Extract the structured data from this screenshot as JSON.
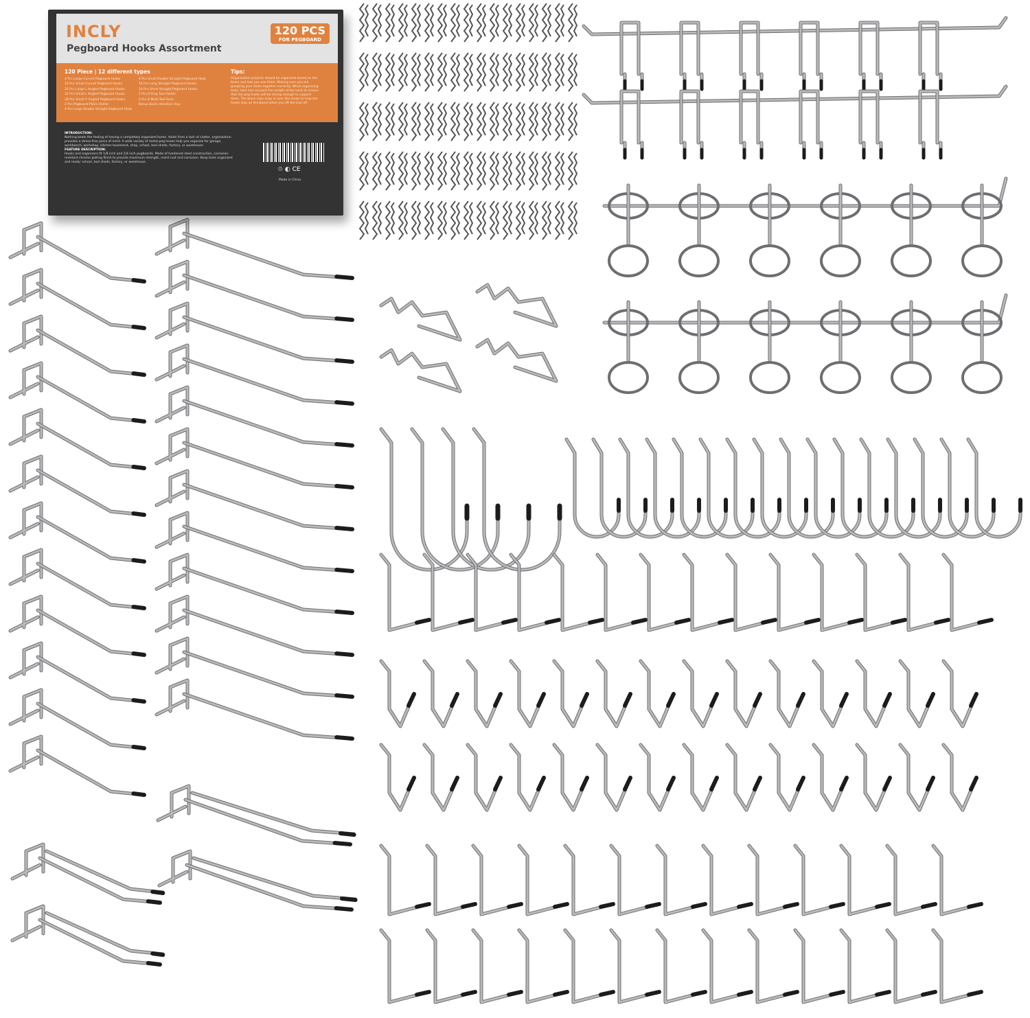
{
  "box": {
    "brand": "INCLY",
    "subtitle": "Pegboard Hooks Assortment",
    "badge_count": "120 PCS",
    "badge_sub": "FOR PEGBOARD",
    "types_heading": "120 Piece | 12 different types",
    "list_left": [
      "4 Pcs Large Curved Pegboard Hooks",
      "16 Pcs Small Curved Pegboard Hooks",
      "20 Pcs Large L Angled Pegboard Hooks",
      "16 Pcs Small L Angled Pegboard Hooks",
      "28 Pcs Small V Angled Pegboard Hooks",
      "2 Pcs Pegboard Pliers Holder",
      "4 Pcs Large Double Straight Pegboard Hook"
    ],
    "list_right": [
      "4 Pcs Small Double Straight Pegboard Hook",
      "16 Pcs Long Straight Pegboard Hooks",
      "10 Pcs Short Straight Pegboard Hooks",
      "2 Pcs 6 Ring Tool Holder",
      "2 Pcs 6 Multi-Tool Rack",
      "Bonus black retention clips"
    ],
    "tips_heading": "Tips:",
    "tips_text": "Organization projects should be organized based on the items and tool you use them. Making sure you are grouping your items together correctly. When organizing tools, take into account the weight of the tools to ensure that the peg hooks will be strong enough to support them. The black clips snap in over the hooks to help the hooks stay on the board when you lift the tool off.",
    "intro_heading": "INTRODUCTION:",
    "intro_text": "Nothing beats the feeling of having a completely organized home. Aside from a lack of clutter, organization provides a stress-free piece of mind. A wide variety of metal peg hooks help you organize for garage, workbench, workshop, kitchen basement, shop, school, tool sheds, factory, or warehouse.",
    "feature_heading": "FEATURE DESCRIPTION:",
    "feature_text": "Hooks and organizers fit 1/8 inch and 1/4 inch pegboards. Made of hardened steel construction, corrosion-resistant chrome plating finish to provide maximum strength, resist rust and corrosion. Keep tools organized and ready: school, tool sheds, factory, or warehouse.",
    "cert_marks": "♲ ◐ CE",
    "made_in": "Made in China"
  },
  "colors": {
    "metal": "#b9b9bb",
    "metal_edge": "#6e6e72",
    "tip": "#1c1c1c",
    "accent": "#e0823f",
    "box_dark": "#333333"
  }
}
